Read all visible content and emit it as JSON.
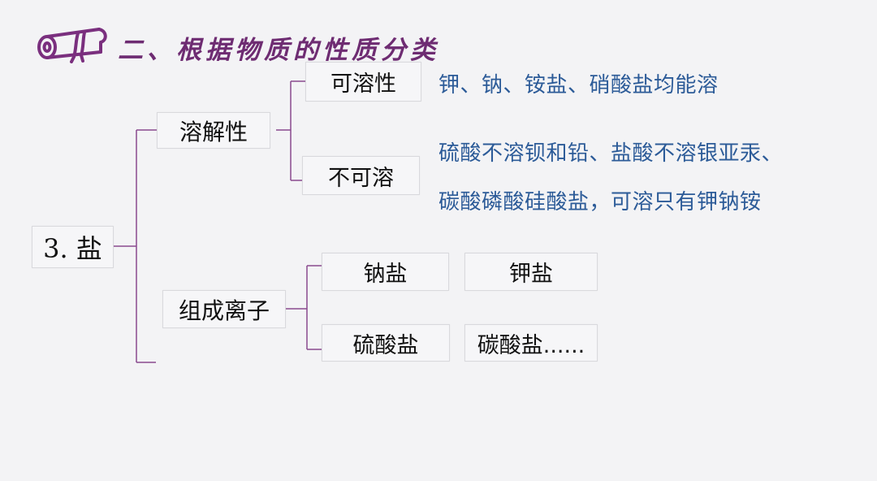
{
  "header": {
    "title": "二、根据物质的性质分类",
    "icon": "scroll-icon",
    "accent_color": "#6e2c72"
  },
  "tree": {
    "root": "3. 盐",
    "branch_solubility": {
      "label": "溶解性",
      "soluble": "可溶性",
      "insoluble": "不可溶"
    },
    "branch_ions": {
      "label": "组成离子",
      "items": [
        "钠盐",
        "钾盐",
        "硫酸盐",
        "碳酸盐......"
      ]
    },
    "line_color": "#8a4a8f"
  },
  "notes": {
    "soluble_note": "钾、钠、铵盐、硝酸盐均能溶",
    "insoluble_note_line1": "硫酸不溶钡和铅、盐酸不溶银亚汞、",
    "insoluble_note_line2": "碳酸磷酸硅酸盐，可溶只有钾钠铵",
    "color": "#2c5b98"
  }
}
